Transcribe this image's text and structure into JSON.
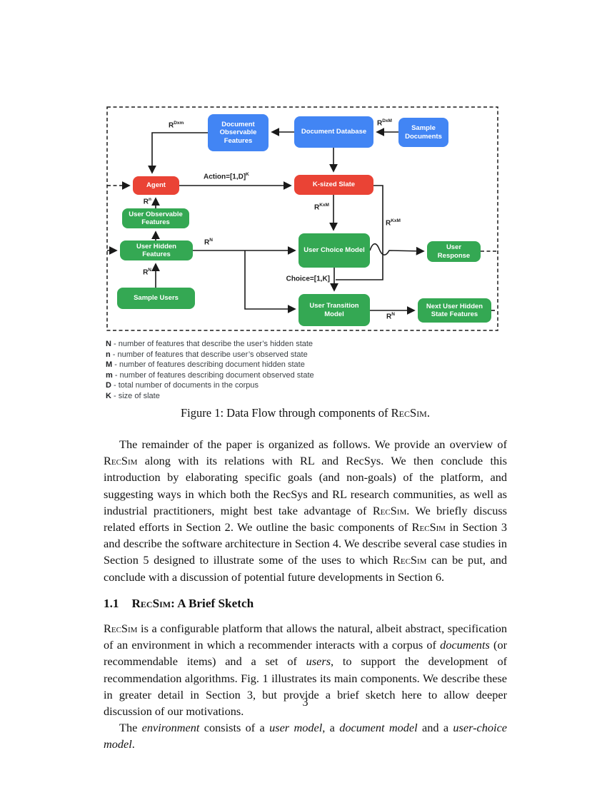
{
  "figure": {
    "colors": {
      "blue": "#4285F4",
      "red": "#EA4335",
      "green": "#34A853",
      "arrow": "#1a1a1a"
    },
    "boxes": {
      "doc_observable": "Document Observable Features",
      "doc_database": "Document Database",
      "sample_documents": "Sample Documents",
      "agent": "Agent",
      "k_slate": "K-sized Slate",
      "user_observable": "User Observable Features",
      "user_hidden": "User Hidden Features",
      "sample_users": "Sample Users",
      "user_choice": "User Choice Model",
      "user_response": "User Response",
      "user_transition": "User Transition Model",
      "next_user_hidden": "Next User Hidden State Features"
    },
    "edge_labels": {
      "doc_obs_to_agent": {
        "base": "R",
        "sup": "Dxm"
      },
      "docs_to_db": {
        "base": "R",
        "sup": "DxM"
      },
      "action": {
        "base": "Action=[1,D]",
        "sup": "K"
      },
      "user_obs_to_agent": {
        "base": "R",
        "sup": "n"
      },
      "slate_to_choice": {
        "base": "R",
        "sup": "KxM"
      },
      "slate_to_transition": {
        "base": "R",
        "sup": "KxM"
      },
      "hidden_to_choice": {
        "base": "R",
        "sup": "N"
      },
      "users_to_hidden": {
        "base": "R",
        "sup": "N"
      },
      "choice_label": {
        "base": "Choice=[1,K]",
        "sup": ""
      },
      "transition_to_next": {
        "base": "R",
        "sup": "N"
      }
    },
    "legend": [
      {
        "key": "N",
        "text": " - number of features that describe the user’s hidden state"
      },
      {
        "key": "n",
        "text": " - number of features that describe user’s observed state"
      },
      {
        "key": "M",
        "text": " - number of features describing document hidden state"
      },
      {
        "key": "m",
        "text": " - number of features describing document observed state"
      },
      {
        "key": "D",
        "text": " - total number of documents in the corpus"
      },
      {
        "key": "K",
        "text": " - size of slate"
      }
    ],
    "caption": [
      {
        "t": "Figure 1: Data Flow through components of "
      },
      {
        "t": "RecSim",
        "s": "sc"
      },
      {
        "t": "."
      }
    ]
  },
  "body": {
    "p1": [
      {
        "t": "The remainder of the paper is organized as follows. We provide an overview of "
      },
      {
        "t": "RecSim",
        "s": "sc"
      },
      {
        "t": " along with its relations with RL and RecSys. We then conclude this introduction by elaborating specific goals (and non-goals) of the platform, and suggesting ways in which both the RecSys and RL research communities, as well as industrial practitioners, might best take advantage of "
      },
      {
        "t": "RecSim",
        "s": "sc"
      },
      {
        "t": ". We briefly discuss related efforts in Section 2. We outline the basic components of "
      },
      {
        "t": "RecSim",
        "s": "sc"
      },
      {
        "t": " in Section 3 and describe the software architecture in Section 4. We describe several case studies in Section 5 designed to illustrate some of the uses to which "
      },
      {
        "t": "RecSim",
        "s": "sc"
      },
      {
        "t": " can be put, and conclude with a discussion of potential future developments in Section 6."
      }
    ],
    "heading": {
      "num": "1.1",
      "title": [
        {
          "t": "RecSim",
          "s": "sc"
        },
        {
          "t": ": A Brief Sketch"
        }
      ]
    },
    "p2": [
      {
        "t": "RecSim",
        "s": "sc"
      },
      {
        "t": " is a configurable platform that allows the natural, albeit abstract, specification of an environment in which a recommender interacts with a corpus of "
      },
      {
        "t": "documents",
        "s": "i"
      },
      {
        "t": " (or recommendable items) and a set of "
      },
      {
        "t": "users",
        "s": "i"
      },
      {
        "t": ", to support the development of recommendation algorithms. Fig. 1 illustrates its main components. We describe these in greater detail in Section 3, but provide a brief sketch here to allow deeper discussion of our motivations."
      }
    ],
    "p3": [
      {
        "t": "The "
      },
      {
        "t": "environment",
        "s": "i"
      },
      {
        "t": " consists of a "
      },
      {
        "t": "user model",
        "s": "i"
      },
      {
        "t": ", a "
      },
      {
        "t": "document model",
        "s": "i"
      },
      {
        "t": " and a "
      },
      {
        "t": "user-choice model",
        "s": "i"
      },
      {
        "t": "."
      }
    ]
  },
  "page": {
    "number": "3"
  }
}
